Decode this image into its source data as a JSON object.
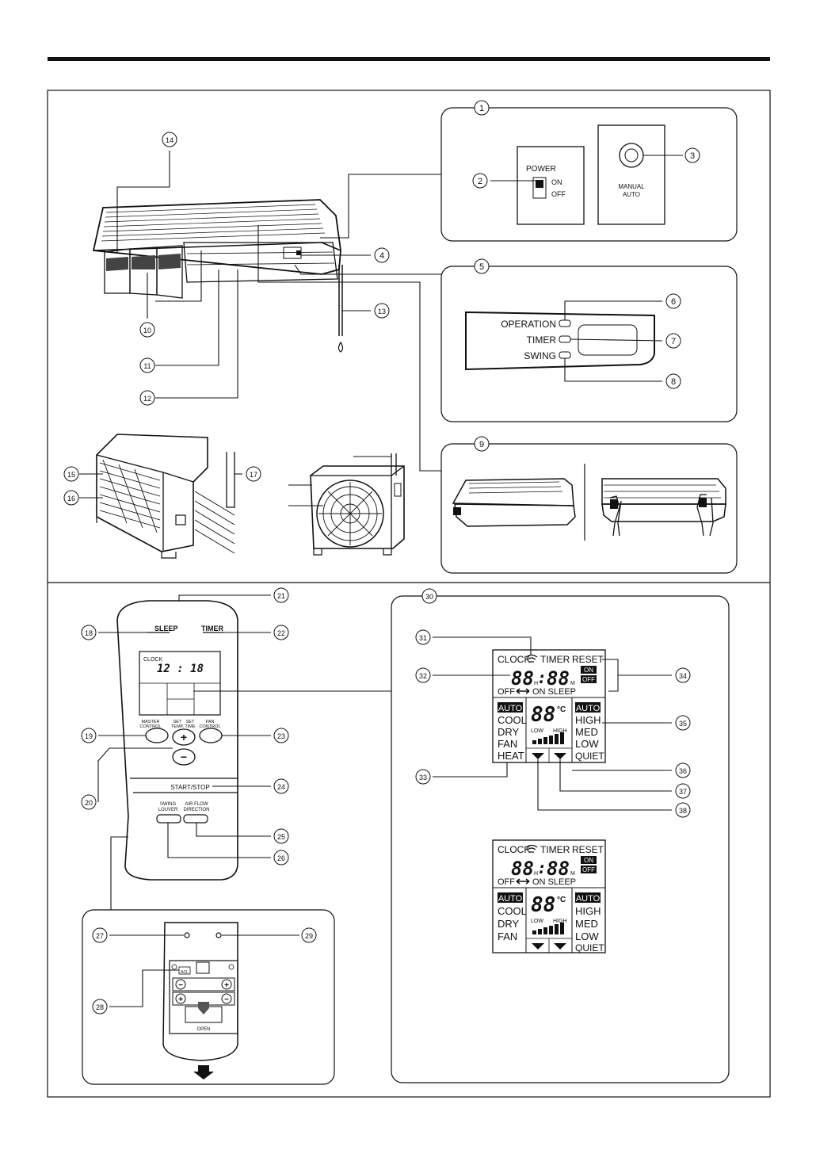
{
  "callouts": [
    "1",
    "2",
    "3",
    "4",
    "5",
    "6",
    "7",
    "8",
    "9",
    "10",
    "11",
    "12",
    "13",
    "14",
    "15",
    "16",
    "17",
    "18",
    "19",
    "20",
    "21",
    "22",
    "23",
    "24",
    "25",
    "26",
    "27",
    "28",
    "29",
    "30",
    "31",
    "32",
    "33",
    "34",
    "35",
    "36",
    "37",
    "38"
  ],
  "indoor_switch": {
    "power": "POWER",
    "on": "ON",
    "off": "OFF",
    "manual_line1": "MANUAL",
    "manual_line2": "AUTO"
  },
  "indicator_panel": {
    "operation": "OPERATION",
    "timer": "TIMER",
    "swing": "SWING"
  },
  "remote": {
    "sleep": "SLEEP",
    "timer": "TIMER",
    "clock_label": "CLOCK",
    "clock_time": "12 : 18",
    "master_control": [
      "MASTER",
      "CONTROL"
    ],
    "set_temp": [
      "SET",
      "TEMP."
    ],
    "set_time": [
      "SET",
      "TIME"
    ],
    "fan_control": [
      "FAN",
      "CONTROL"
    ],
    "plus": "+",
    "minus": "−",
    "start_stop": "START/STOP",
    "swing_louver": [
      "SWING",
      "LOUVER"
    ],
    "air_flow": [
      "AIR FLOW",
      "DIRECTION"
    ],
    "acl": "ACL",
    "open": "OPEN"
  },
  "lcd": {
    "clock": "CLOCK",
    "timer": "TIMER",
    "reset": "RESET",
    "digits": "88",
    "h": "H",
    "m": "M",
    "on": "ON",
    "off": "OFF",
    "off_on": "OFF",
    "on_sleep": "ON SLEEP",
    "modes": [
      "AUTO",
      "COOL",
      "DRY",
      "FAN",
      "HEAT"
    ],
    "temp": "88",
    "deg": "°C",
    "low": "LOW",
    "high": "HIGH",
    "fan_speeds": [
      "AUTO",
      "HIGH",
      "MED",
      "LOW",
      "QUIET"
    ]
  },
  "lcd2": {
    "modes": [
      "AUTO",
      "COOL",
      "DRY",
      "FAN"
    ]
  }
}
